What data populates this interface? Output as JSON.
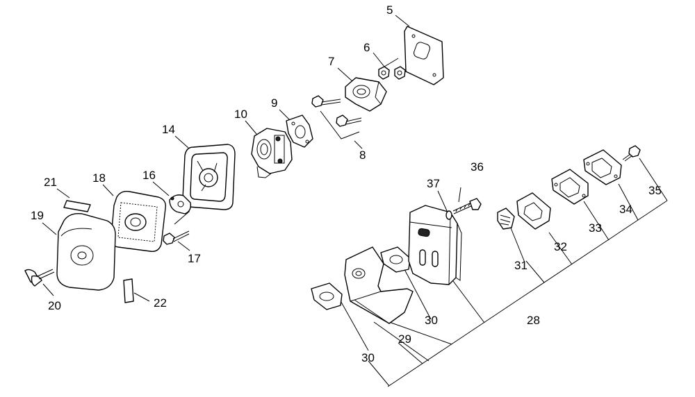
{
  "callouts": {
    "c5": "5",
    "c6": "6",
    "c7": "7",
    "c8": "8",
    "c9": "9",
    "c10": "10",
    "c14": "14",
    "c16": "16",
    "c17": "17",
    "c18": "18",
    "c19": "19",
    "c20": "20",
    "c21": "21",
    "c22": "22",
    "c28": "28",
    "c29": "29",
    "c30a": "30",
    "c30b": "30",
    "c31": "31",
    "c32": "32",
    "c33": "33",
    "c34": "34",
    "c35": "35",
    "c36": "36",
    "c37": "37"
  },
  "colors": {
    "ink": "#000000",
    "paper": "#ffffff"
  }
}
